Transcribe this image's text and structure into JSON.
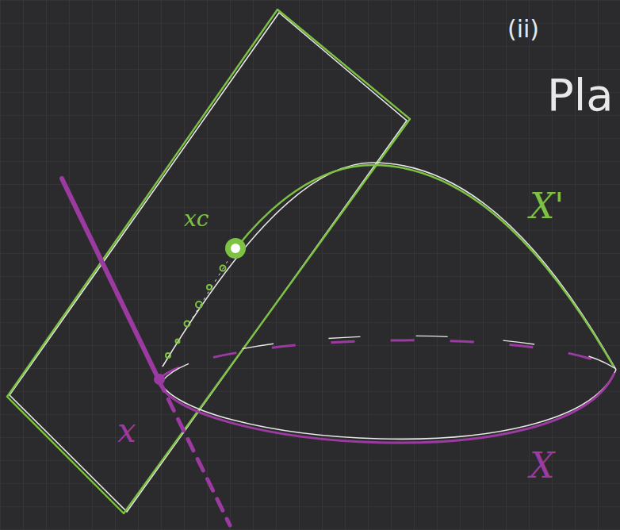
{
  "diagram": {
    "labels": [
      "(ii)",
      "Pla",
      "xc",
      "X'",
      "x",
      "X"
    ]
  }
}
